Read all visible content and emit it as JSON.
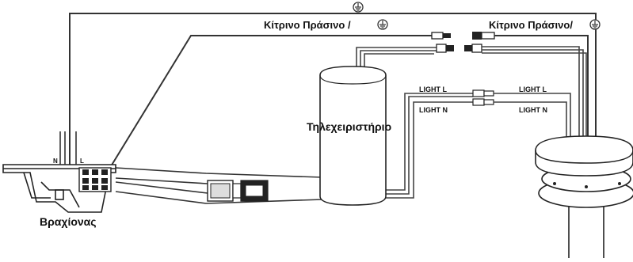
{
  "labels": {
    "ground_top": "⏚",
    "yellow_green_left": "Κίτρινο Πράσινο /",
    "yellow_green_right": "Κίτρινο Πράσινο/",
    "light_l_left": "LIGHT L",
    "light_n_left": "LIGHT N",
    "light_l_right": "LIGHT L",
    "light_n_right": "LIGHT N",
    "receiver": "Τηλεχειριστήριο",
    "bracket": "Βραχίονας",
    "terminal_n": "N",
    "terminal_l": "L"
  }
}
